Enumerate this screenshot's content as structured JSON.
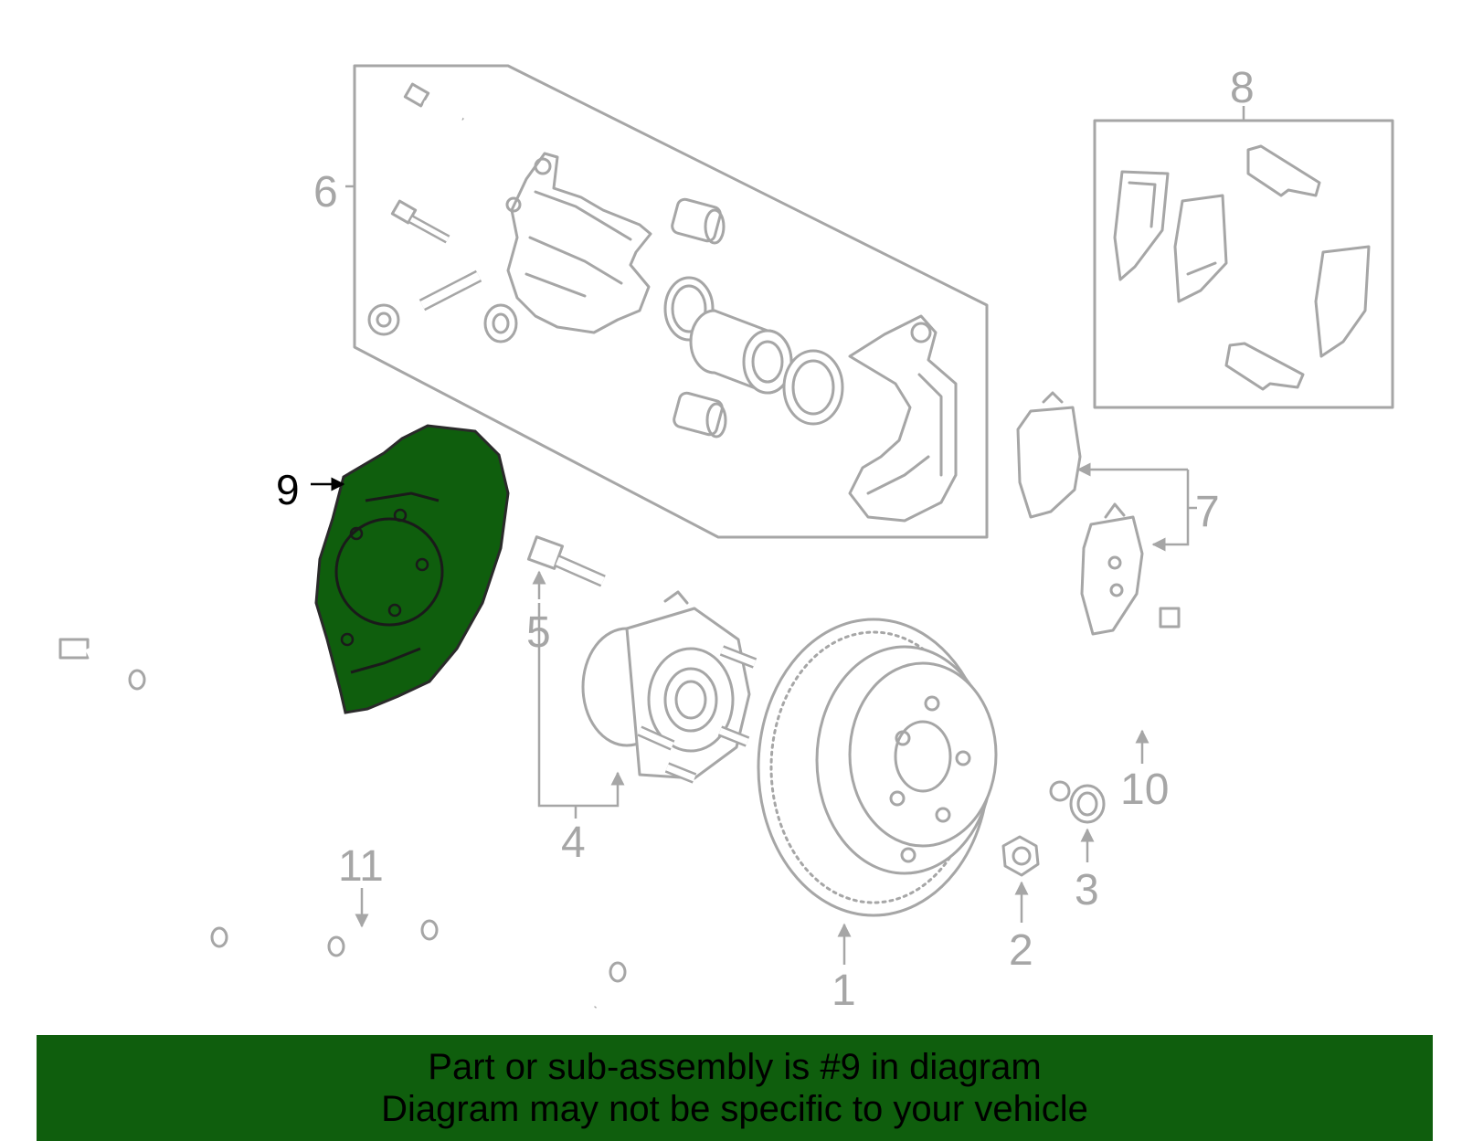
{
  "diagram": {
    "callouts": {
      "c1": "1",
      "c2": "2",
      "c3": "3",
      "c4": "4",
      "c5": "5",
      "c6": "6",
      "c7": "7",
      "c8": "8",
      "c9": "9",
      "c10": "10",
      "c11": "11"
    },
    "highlighted_part": "9",
    "highlight_color": "#0f5e0d",
    "line_color": "#a6a6a6"
  },
  "banner": {
    "line1": "Part or sub-assembly is #9 in diagram",
    "line2": "Diagram may not be specific to your vehicle",
    "background": "#0f5e0d"
  }
}
